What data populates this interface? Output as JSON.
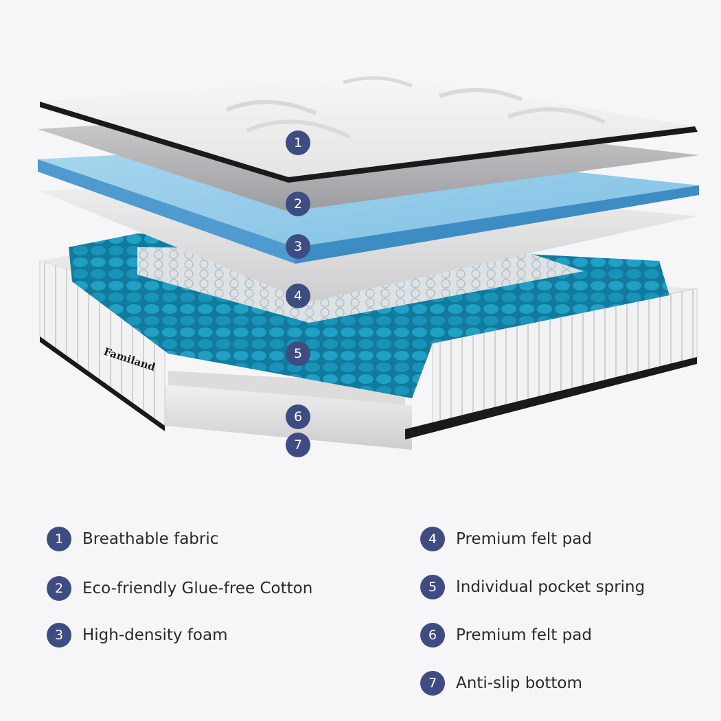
{
  "brand_logo_text": "Familand",
  "badge_color": "#3e4c82",
  "diagram_badges": [
    "1",
    "2",
    "3",
    "4",
    "5",
    "6",
    "7"
  ],
  "legend": [
    {
      "number": "1",
      "label": "Breathable fabric"
    },
    {
      "number": "2",
      "label": "Eco-friendly Glue-free Cotton"
    },
    {
      "number": "3",
      "label": "High-density foam"
    },
    {
      "number": "4",
      "label": "Premium felt pad"
    },
    {
      "number": "5",
      "label": "Individual pocket spring"
    },
    {
      "number": "6",
      "label": "Premium felt pad"
    },
    {
      "number": "7",
      "label": "Anti-slip bottom"
    }
  ]
}
